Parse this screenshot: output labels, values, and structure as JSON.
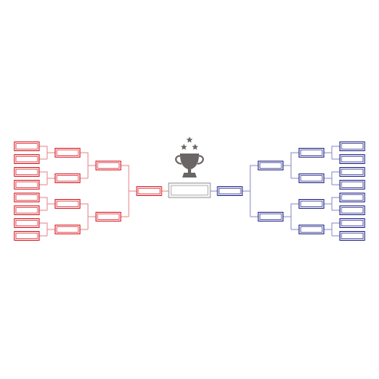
{
  "colors": {
    "left": "#d9232d",
    "left_line": "#e68a8f",
    "right": "#2b2e8c",
    "right_line": "#8c8fc4",
    "final": "#9a9a9a",
    "trophy": "#6b6566",
    "star": "#6b6566"
  },
  "bracket": {
    "rounds_per_side": 4,
    "left": {
      "color_key": "left",
      "slots": [
        8,
        4,
        2,
        1
      ]
    },
    "right": {
      "color_key": "right",
      "slots": [
        8,
        4,
        2,
        1
      ]
    },
    "final": {
      "slots": 1
    }
  },
  "trophy": {
    "icon": "trophy-icon",
    "stars": 3
  }
}
